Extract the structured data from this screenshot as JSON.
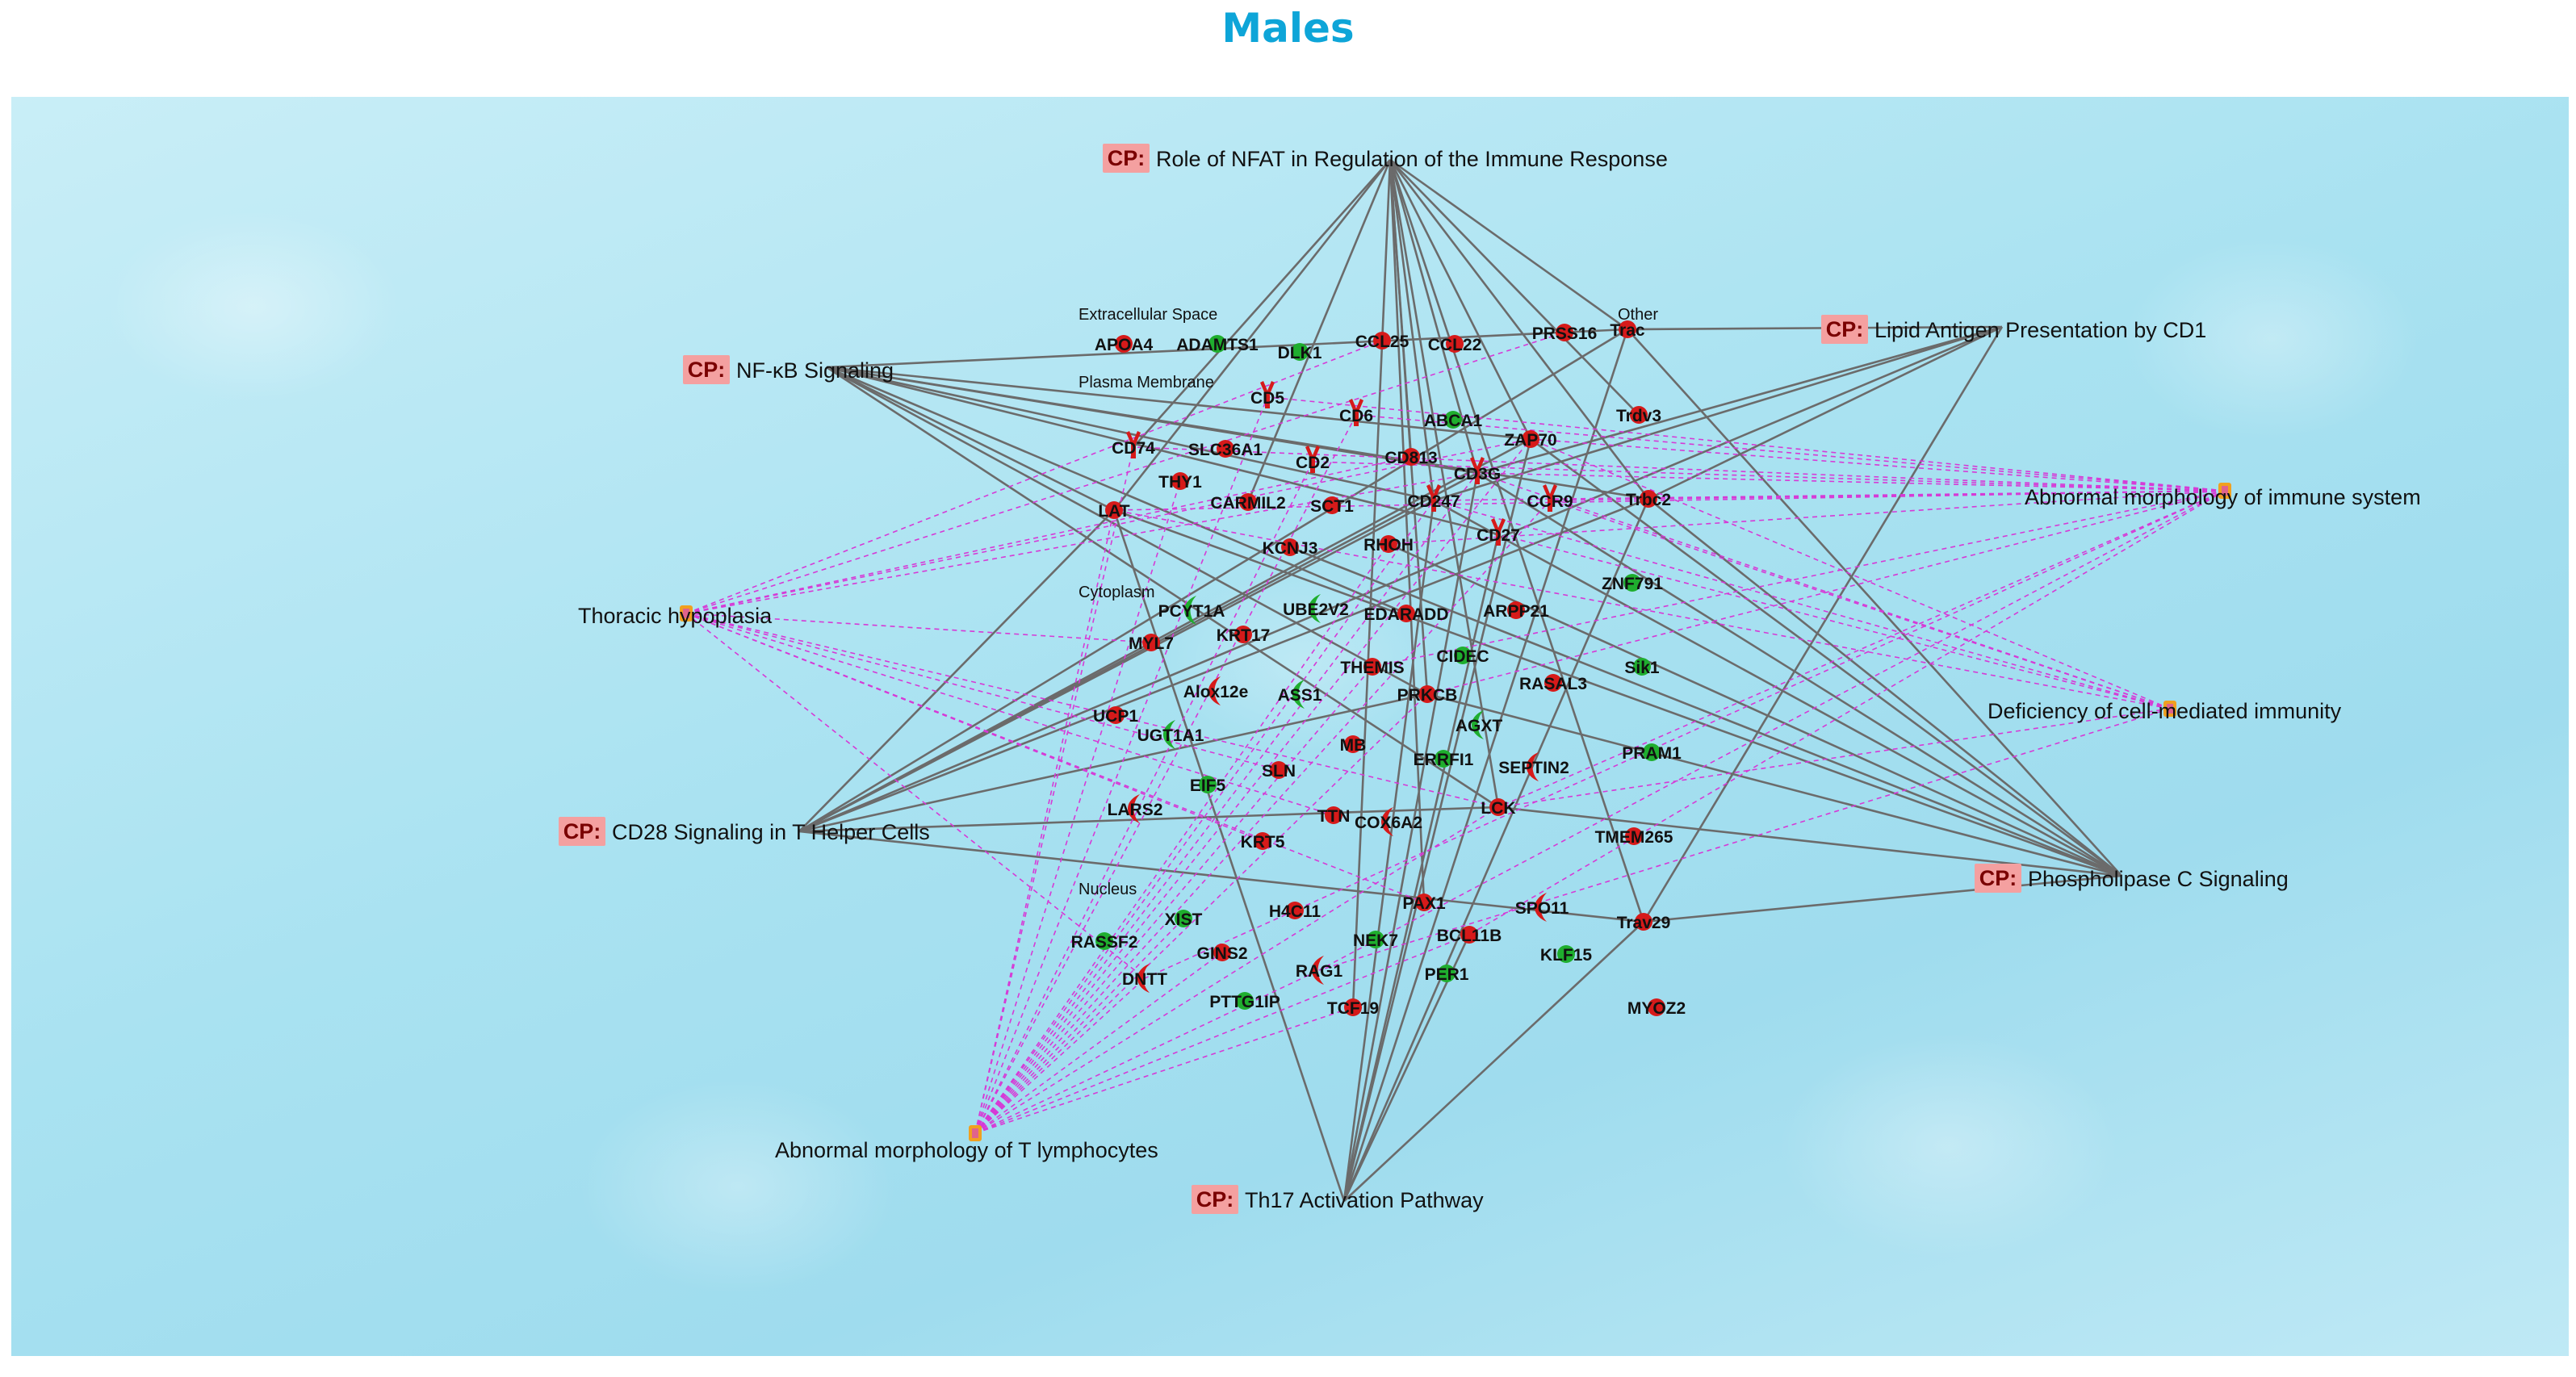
{
  "title": "Males",
  "subcaption": "",
  "footer": "",
  "colors": {
    "up": "#d61a1a",
    "down": "#1fae2e",
    "cp_box": "#f4a0a0",
    "function_node": "#f0a020",
    "solid_edge": "#6b6b6b",
    "dashed_edge": "#d63ad6"
  },
  "canonical_pathways": [
    {
      "id": "nfat",
      "tag": "CP:",
      "label": "Role of NFAT in Regulation of the Immune Response"
    },
    {
      "id": "nfkb",
      "tag": "CP:",
      "label": "NF-κB Signaling"
    },
    {
      "id": "cd1",
      "tag": "CP:",
      "label": "Lipid Antigen Presentation by CD1"
    },
    {
      "id": "cd28",
      "tag": "CP:",
      "label": "CD28 Signaling in T Helper Cells"
    },
    {
      "id": "plc",
      "tag": "CP:",
      "label": "Phospholipase C Signaling"
    },
    {
      "id": "th17",
      "tag": "CP:",
      "label": "Th17 Activation Pathway"
    }
  ],
  "functions": [
    {
      "id": "ami",
      "label": "Abnormal morphology of immune system"
    },
    {
      "id": "th",
      "label": "Thoracic hypoplasia"
    },
    {
      "id": "dcmi",
      "label": "Deficiency of cell-mediated immunity"
    },
    {
      "id": "amt",
      "label": "Abnormal morphology of T lymphocytes"
    }
  ],
  "compartments": [
    {
      "id": "extracellular",
      "label": "Extracellular Space"
    },
    {
      "id": "other",
      "label": "Other"
    },
    {
      "id": "plasma",
      "label": "Plasma Membrane"
    },
    {
      "id": "cytoplasm",
      "label": "Cytoplasm"
    },
    {
      "id": "nucleus",
      "label": "Nucleus"
    }
  ],
  "genes": [
    {
      "id": "APOA4",
      "label": "APOA4",
      "reg": "up",
      "shape": "circle"
    },
    {
      "id": "ADAMTS1",
      "label": "ADAMTS1",
      "reg": "down",
      "shape": "circle"
    },
    {
      "id": "DLK1",
      "label": "DLK1",
      "reg": "down",
      "shape": "circle"
    },
    {
      "id": "CCL25",
      "label": "CCL25",
      "reg": "up",
      "shape": "circle"
    },
    {
      "id": "CCL22",
      "label": "CCL22",
      "reg": "up",
      "shape": "circle"
    },
    {
      "id": "PRSS16",
      "label": "PRSS16",
      "reg": "up",
      "shape": "circle"
    },
    {
      "id": "TRAC",
      "label": "Trac",
      "reg": "up",
      "shape": "circle"
    },
    {
      "id": "CD5",
      "label": "CD5",
      "reg": "up",
      "shape": "receptor"
    },
    {
      "id": "CD6",
      "label": "CD6",
      "reg": "up",
      "shape": "receptor"
    },
    {
      "id": "ABCA1",
      "label": "ABCA1",
      "reg": "down",
      "shape": "circle"
    },
    {
      "id": "TRDV3",
      "label": "Trdv3",
      "reg": "up",
      "shape": "circle"
    },
    {
      "id": "CD74",
      "label": "CD74",
      "reg": "up",
      "shape": "receptor"
    },
    {
      "id": "SLC36A1",
      "label": "SLC36A1",
      "reg": "up",
      "shape": "circle"
    },
    {
      "id": "CD2",
      "label": "CD2",
      "reg": "up",
      "shape": "receptor"
    },
    {
      "id": "CD813",
      "label": "CD813",
      "reg": "up",
      "shape": "circle"
    },
    {
      "id": "ZAP70",
      "label": "ZAP70",
      "reg": "up",
      "shape": "circle"
    },
    {
      "id": "THY1",
      "label": "THY1",
      "reg": "up",
      "shape": "circle"
    },
    {
      "id": "CD3G",
      "label": "CD3G",
      "reg": "up",
      "shape": "receptor"
    },
    {
      "id": "CARMIL2",
      "label": "CARMIL2",
      "reg": "up",
      "shape": "circle"
    },
    {
      "id": "SCT1",
      "label": "SCT1",
      "reg": "up",
      "shape": "circle"
    },
    {
      "id": "CD247",
      "label": "CD247",
      "reg": "up",
      "shape": "receptor"
    },
    {
      "id": "CCR9",
      "label": "CCR9",
      "reg": "up",
      "shape": "receptor"
    },
    {
      "id": "TRBC2",
      "label": "Trbc2",
      "reg": "up",
      "shape": "circle"
    },
    {
      "id": "LAT",
      "label": "LAT",
      "reg": "up",
      "shape": "circle"
    },
    {
      "id": "KCNJ3",
      "label": "KCNJ3",
      "reg": "up",
      "shape": "circle"
    },
    {
      "id": "RHOH",
      "label": "RHOH",
      "reg": "up",
      "shape": "circle"
    },
    {
      "id": "CD27",
      "label": "CD27",
      "reg": "up",
      "shape": "receptor"
    },
    {
      "id": "ZNF791",
      "label": "ZNF791",
      "reg": "down",
      "shape": "circle"
    },
    {
      "id": "PCYT1A",
      "label": "PCYT1A",
      "reg": "down",
      "shape": "enzyme"
    },
    {
      "id": "UBE2V2",
      "label": "UBE2V2",
      "reg": "down",
      "shape": "enzyme"
    },
    {
      "id": "EDARADD",
      "label": "EDARADD",
      "reg": "up",
      "shape": "circle"
    },
    {
      "id": "ARPP21",
      "label": "ARPP21",
      "reg": "up",
      "shape": "circle"
    },
    {
      "id": "MYL7",
      "label": "MYL7",
      "reg": "up",
      "shape": "circle"
    },
    {
      "id": "KRT17",
      "label": "KRT17",
      "reg": "up",
      "shape": "circle"
    },
    {
      "id": "THEMIS",
      "label": "THEMIS",
      "reg": "up",
      "shape": "circle"
    },
    {
      "id": "CIDEC",
      "label": "CIDEC",
      "reg": "down",
      "shape": "circle"
    },
    {
      "id": "SIK1",
      "label": "Sik1",
      "reg": "down",
      "shape": "circle"
    },
    {
      "id": "ALOX12E",
      "label": "Alox12e",
      "reg": "up",
      "shape": "enzyme"
    },
    {
      "id": "ASS1",
      "label": "ASS1",
      "reg": "down",
      "shape": "enzyme"
    },
    {
      "id": "PRKCB",
      "label": "PRKCB",
      "reg": "up",
      "shape": "circle"
    },
    {
      "id": "RASAL3",
      "label": "RASAL3",
      "reg": "up",
      "shape": "circle"
    },
    {
      "id": "UCP1",
      "label": "UCP1",
      "reg": "up",
      "shape": "circle"
    },
    {
      "id": "UGT1A1",
      "label": "UGT1A1",
      "reg": "down",
      "shape": "enzyme"
    },
    {
      "id": "AGXT",
      "label": "AGXT",
      "reg": "down",
      "shape": "enzyme"
    },
    {
      "id": "MB",
      "label": "MB",
      "reg": "up",
      "shape": "circle"
    },
    {
      "id": "ERRFI1",
      "label": "ERRFI1",
      "reg": "down",
      "shape": "circle"
    },
    {
      "id": "SEPTIN2",
      "label": "SEPTIN2",
      "reg": "up",
      "shape": "enzyme"
    },
    {
      "id": "PRAM1",
      "label": "PRAM1",
      "reg": "down",
      "shape": "circle"
    },
    {
      "id": "SLN",
      "label": "SLN",
      "reg": "up",
      "shape": "circle"
    },
    {
      "id": "EIF5",
      "label": "EIF5",
      "reg": "down",
      "shape": "circle"
    },
    {
      "id": "LARS2",
      "label": "LARS2",
      "reg": "up",
      "shape": "enzyme"
    },
    {
      "id": "TTN",
      "label": "TTN",
      "reg": "up",
      "shape": "circle"
    },
    {
      "id": "COX6A2",
      "label": "COX6A2",
      "reg": "up",
      "shape": "enzyme"
    },
    {
      "id": "LCK",
      "label": "LCK",
      "reg": "up",
      "shape": "circle"
    },
    {
      "id": "KRT5",
      "label": "KRT5",
      "reg": "up",
      "shape": "circle"
    },
    {
      "id": "TMEM265",
      "label": "TMEM265",
      "reg": "up",
      "shape": "circle"
    },
    {
      "id": "H4C11",
      "label": "H4C11",
      "reg": "up",
      "shape": "circle"
    },
    {
      "id": "PAX1",
      "label": "PAX1",
      "reg": "up",
      "shape": "circle"
    },
    {
      "id": "SPO11",
      "label": "SPO11",
      "reg": "up",
      "shape": "enzyme"
    },
    {
      "id": "TRAV29",
      "label": "Trav29",
      "reg": "up",
      "shape": "circle"
    },
    {
      "id": "XIST",
      "label": "XIST",
      "reg": "down",
      "shape": "circle"
    },
    {
      "id": "RASSF2",
      "label": "RASSF2",
      "reg": "down",
      "shape": "circle"
    },
    {
      "id": "GINS2",
      "label": "GINS2",
      "reg": "up",
      "shape": "circle"
    },
    {
      "id": "NEK7",
      "label": "NEK7",
      "reg": "down",
      "shape": "circle"
    },
    {
      "id": "BCL11B",
      "label": "BCL11B",
      "reg": "up",
      "shape": "circle"
    },
    {
      "id": "KLF15",
      "label": "KLF15",
      "reg": "down",
      "shape": "circle"
    },
    {
      "id": "DNTT",
      "label": "DNTT",
      "reg": "up",
      "shape": "enzyme"
    },
    {
      "id": "RAG1",
      "label": "RAG1",
      "reg": "up",
      "shape": "enzyme"
    },
    {
      "id": "PER1",
      "label": "PER1",
      "reg": "down",
      "shape": "circle"
    },
    {
      "id": "PTTG1IP",
      "label": "PTTG1IP",
      "reg": "down",
      "shape": "circle"
    },
    {
      "id": "TCF19",
      "label": "TCF19",
      "reg": "up",
      "shape": "circle"
    },
    {
      "id": "MYOZ2",
      "label": "MYOZ2",
      "reg": "up",
      "shape": "circle"
    }
  ],
  "edges": [
    {
      "from": "nfat",
      "to": "CD3G",
      "style": "solid"
    },
    {
      "from": "nfat",
      "to": "CD247",
      "style": "solid"
    },
    {
      "from": "nfat",
      "to": "LAT",
      "style": "solid"
    },
    {
      "from": "nfat",
      "to": "ZAP70",
      "style": "solid"
    },
    {
      "from": "nfat",
      "to": "LCK",
      "style": "solid"
    },
    {
      "from": "nfat",
      "to": "PRKCB",
      "style": "solid"
    },
    {
      "from": "nfat",
      "to": "TRAC",
      "style": "solid"
    },
    {
      "from": "nfat",
      "to": "TRBC2",
      "style": "solid"
    },
    {
      "from": "nfat",
      "to": "TRAV29",
      "style": "solid"
    },
    {
      "from": "nfat",
      "to": "TRDV3",
      "style": "solid"
    },
    {
      "from": "nfat",
      "to": "CD74",
      "style": "solid"
    },
    {
      "from": "nfat",
      "to": "CARMIL2",
      "style": "solid"
    },
    {
      "from": "nfat",
      "to": "TCF19",
      "style": "solid"
    },
    {
      "from": "nfat",
      "to": "PAX1",
      "style": "solid"
    },
    {
      "from": "nfat",
      "to": "CD813",
      "style": "solid"
    },
    {
      "from": "nfkb",
      "to": "CD247",
      "style": "solid"
    },
    {
      "from": "nfkb",
      "to": "CD3G",
      "style": "solid"
    },
    {
      "from": "nfkb",
      "to": "LAT",
      "style": "solid"
    },
    {
      "from": "nfkb",
      "to": "ZAP70",
      "style": "solid"
    },
    {
      "from": "nfkb",
      "to": "PRKCB",
      "style": "solid"
    },
    {
      "from": "nfkb",
      "to": "LCK",
      "style": "solid"
    },
    {
      "from": "nfkb",
      "to": "TRBC2",
      "style": "solid"
    },
    {
      "from": "nfkb",
      "to": "CD27",
      "style": "solid"
    },
    {
      "from": "nfkb",
      "to": "TRAC",
      "style": "solid"
    },
    {
      "from": "nfkb",
      "to": "EDARADD",
      "style": "solid"
    },
    {
      "from": "cd1",
      "to": "TRAC",
      "style": "solid"
    },
    {
      "from": "cd1",
      "to": "TRBC2",
      "style": "solid"
    },
    {
      "from": "cd1",
      "to": "CD3G",
      "style": "solid"
    },
    {
      "from": "cd1",
      "to": "CD247",
      "style": "solid"
    },
    {
      "from": "cd1",
      "to": "TRAV29",
      "style": "solid"
    },
    {
      "from": "cd1",
      "to": "cd28",
      "style": "solid"
    },
    {
      "from": "cd28",
      "to": "CD3G",
      "style": "solid"
    },
    {
      "from": "cd28",
      "to": "CD247",
      "style": "solid"
    },
    {
      "from": "cd28",
      "to": "LAT",
      "style": "solid"
    },
    {
      "from": "cd28",
      "to": "LCK",
      "style": "solid"
    },
    {
      "from": "cd28",
      "to": "ZAP70",
      "style": "solid"
    },
    {
      "from": "cd28",
      "to": "TRAC",
      "style": "solid"
    },
    {
      "from": "cd28",
      "to": "TRBC2",
      "style": "solid"
    },
    {
      "from": "cd28",
      "to": "TRAV29",
      "style": "solid"
    },
    {
      "from": "cd28",
      "to": "PRKCB",
      "style": "solid"
    },
    {
      "from": "plc",
      "to": "CD3G",
      "style": "solid"
    },
    {
      "from": "plc",
      "to": "CD247",
      "style": "solid"
    },
    {
      "from": "plc",
      "to": "LAT",
      "style": "solid"
    },
    {
      "from": "plc",
      "to": "ZAP70",
      "style": "solid"
    },
    {
      "from": "plc",
      "to": "LCK",
      "style": "solid"
    },
    {
      "from": "plc",
      "to": "PRKCB",
      "style": "solid"
    },
    {
      "from": "plc",
      "to": "RHOH",
      "style": "solid"
    },
    {
      "from": "plc",
      "to": "TRAC",
      "style": "solid"
    },
    {
      "from": "plc",
      "to": "TRBC2",
      "style": "solid"
    },
    {
      "from": "plc",
      "to": "TRAV29",
      "style": "solid"
    },
    {
      "from": "plc",
      "to": "KCNJ3",
      "style": "solid"
    },
    {
      "from": "th17",
      "to": "CD3G",
      "style": "solid"
    },
    {
      "from": "th17",
      "to": "CD247",
      "style": "solid"
    },
    {
      "from": "th17",
      "to": "TRAC",
      "style": "solid"
    },
    {
      "from": "th17",
      "to": "TRBC2",
      "style": "solid"
    },
    {
      "from": "th17",
      "to": "TRAV29",
      "style": "solid"
    },
    {
      "from": "th17",
      "to": "ZAP70",
      "style": "solid"
    },
    {
      "from": "th17",
      "to": "LAT",
      "style": "solid"
    },
    {
      "from": "th17",
      "to": "BCL11B",
      "style": "solid"
    },
    {
      "from": "th17",
      "to": "CD27",
      "style": "solid"
    },
    {
      "from": "ami",
      "to": "LAT",
      "style": "dashed"
    },
    {
      "from": "ami",
      "to": "CD247",
      "style": "dashed"
    },
    {
      "from": "ami",
      "to": "CD3G",
      "style": "dashed"
    },
    {
      "from": "ami",
      "to": "ZAP70",
      "style": "dashed"
    },
    {
      "from": "ami",
      "to": "CD2",
      "style": "dashed"
    },
    {
      "from": "ami",
      "to": "CD5",
      "style": "dashed"
    },
    {
      "from": "ami",
      "to": "CD6",
      "style": "dashed"
    },
    {
      "from": "ami",
      "to": "CCR9",
      "style": "dashed"
    },
    {
      "from": "ami",
      "to": "THEMIS",
      "style": "dashed"
    },
    {
      "from": "ami",
      "to": "RAG1",
      "style": "dashed"
    },
    {
      "from": "ami",
      "to": "DNTT",
      "style": "dashed"
    },
    {
      "from": "ami",
      "to": "BCL11B",
      "style": "dashed"
    },
    {
      "from": "ami",
      "to": "LCK",
      "style": "dashed"
    },
    {
      "from": "ami",
      "to": "PRKCB",
      "style": "dashed"
    },
    {
      "from": "ami",
      "to": "TRBC2",
      "style": "dashed"
    },
    {
      "from": "ami",
      "to": "CD74",
      "style": "dashed"
    },
    {
      "from": "ami",
      "to": "RHOH",
      "style": "dashed"
    },
    {
      "from": "th",
      "to": "PAX1",
      "style": "dashed"
    },
    {
      "from": "th",
      "to": "MYL7",
      "style": "dashed"
    },
    {
      "from": "th",
      "to": "TTN",
      "style": "dashed"
    },
    {
      "from": "th",
      "to": "KRT5",
      "style": "dashed"
    },
    {
      "from": "th",
      "to": "CCL25",
      "style": "dashed"
    },
    {
      "from": "th",
      "to": "CD813",
      "style": "dashed"
    },
    {
      "from": "th",
      "to": "ZAP70",
      "style": "dashed"
    },
    {
      "from": "th",
      "to": "LCK",
      "style": "dashed"
    },
    {
      "from": "th",
      "to": "CD3G",
      "style": "dashed"
    },
    {
      "from": "th",
      "to": "DNTT",
      "style": "dashed"
    },
    {
      "from": "th",
      "to": "PRSS16",
      "style": "dashed"
    },
    {
      "from": "th",
      "to": "SLN",
      "style": "dashed"
    },
    {
      "from": "dcmi",
      "to": "ZAP70",
      "style": "dashed"
    },
    {
      "from": "dcmi",
      "to": "LCK",
      "style": "dashed"
    },
    {
      "from": "dcmi",
      "to": "CD3G",
      "style": "dashed"
    },
    {
      "from": "dcmi",
      "to": "CD247",
      "style": "dashed"
    },
    {
      "from": "dcmi",
      "to": "LAT",
      "style": "dashed"
    },
    {
      "from": "dcmi",
      "to": "RAG1",
      "style": "dashed"
    },
    {
      "from": "dcmi",
      "to": "CCR9",
      "style": "dashed"
    },
    {
      "from": "dcmi",
      "to": "CD27",
      "style": "dashed"
    },
    {
      "from": "amt",
      "to": "CD3G",
      "style": "dashed"
    },
    {
      "from": "amt",
      "to": "CD247",
      "style": "dashed"
    },
    {
      "from": "amt",
      "to": "LAT",
      "style": "dashed"
    },
    {
      "from": "amt",
      "to": "ZAP70",
      "style": "dashed"
    },
    {
      "from": "amt",
      "to": "LCK",
      "style": "dashed"
    },
    {
      "from": "amt",
      "to": "RAG1",
      "style": "dashed"
    },
    {
      "from": "amt",
      "to": "DNTT",
      "style": "dashed"
    },
    {
      "from": "amt",
      "to": "BCL11B",
      "style": "dashed"
    },
    {
      "from": "amt",
      "to": "THEMIS",
      "style": "dashed"
    },
    {
      "from": "amt",
      "to": "CD5",
      "style": "dashed"
    },
    {
      "from": "amt",
      "to": "CD2",
      "style": "dashed"
    },
    {
      "from": "amt",
      "to": "CD6",
      "style": "dashed"
    },
    {
      "from": "amt",
      "to": "RHOH",
      "style": "dashed"
    },
    {
      "from": "amt",
      "to": "CD74",
      "style": "dashed"
    },
    {
      "from": "amt",
      "to": "THY1",
      "style": "dashed"
    },
    {
      "from": "amt",
      "to": "CCR9",
      "style": "dashed"
    },
    {
      "from": "amt",
      "to": "PRKCB",
      "style": "dashed"
    },
    {
      "from": "amt",
      "to": "TCF19",
      "style": "dashed"
    },
    {
      "from": "amt",
      "to": "GINS2",
      "style": "dashed"
    },
    {
      "from": "amt",
      "to": "XIST",
      "style": "dashed"
    }
  ]
}
